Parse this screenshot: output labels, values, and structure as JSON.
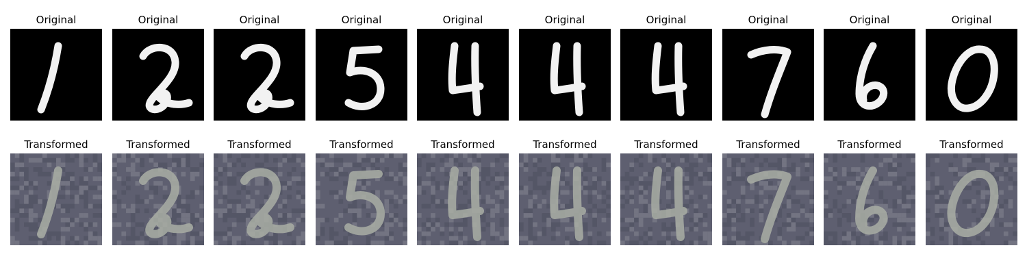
{
  "rows": [
    {
      "title": "Original",
      "style": "original",
      "digits": [
        "1",
        "2",
        "2",
        "5",
        "4",
        "4",
        "4",
        "7",
        "6",
        "0"
      ]
    },
    {
      "title": "Transformed",
      "style": "transformed",
      "digits": [
        "1",
        "2",
        "2",
        "5",
        "4",
        "4",
        "4",
        "7",
        "6",
        "0"
      ]
    }
  ],
  "colors": {
    "background": "#ffffff",
    "original_bg": "#000000",
    "original_stroke": "#f2f2f2",
    "transformed_bg": "#5e5f70",
    "transformed_stroke": "#a9aea5"
  }
}
